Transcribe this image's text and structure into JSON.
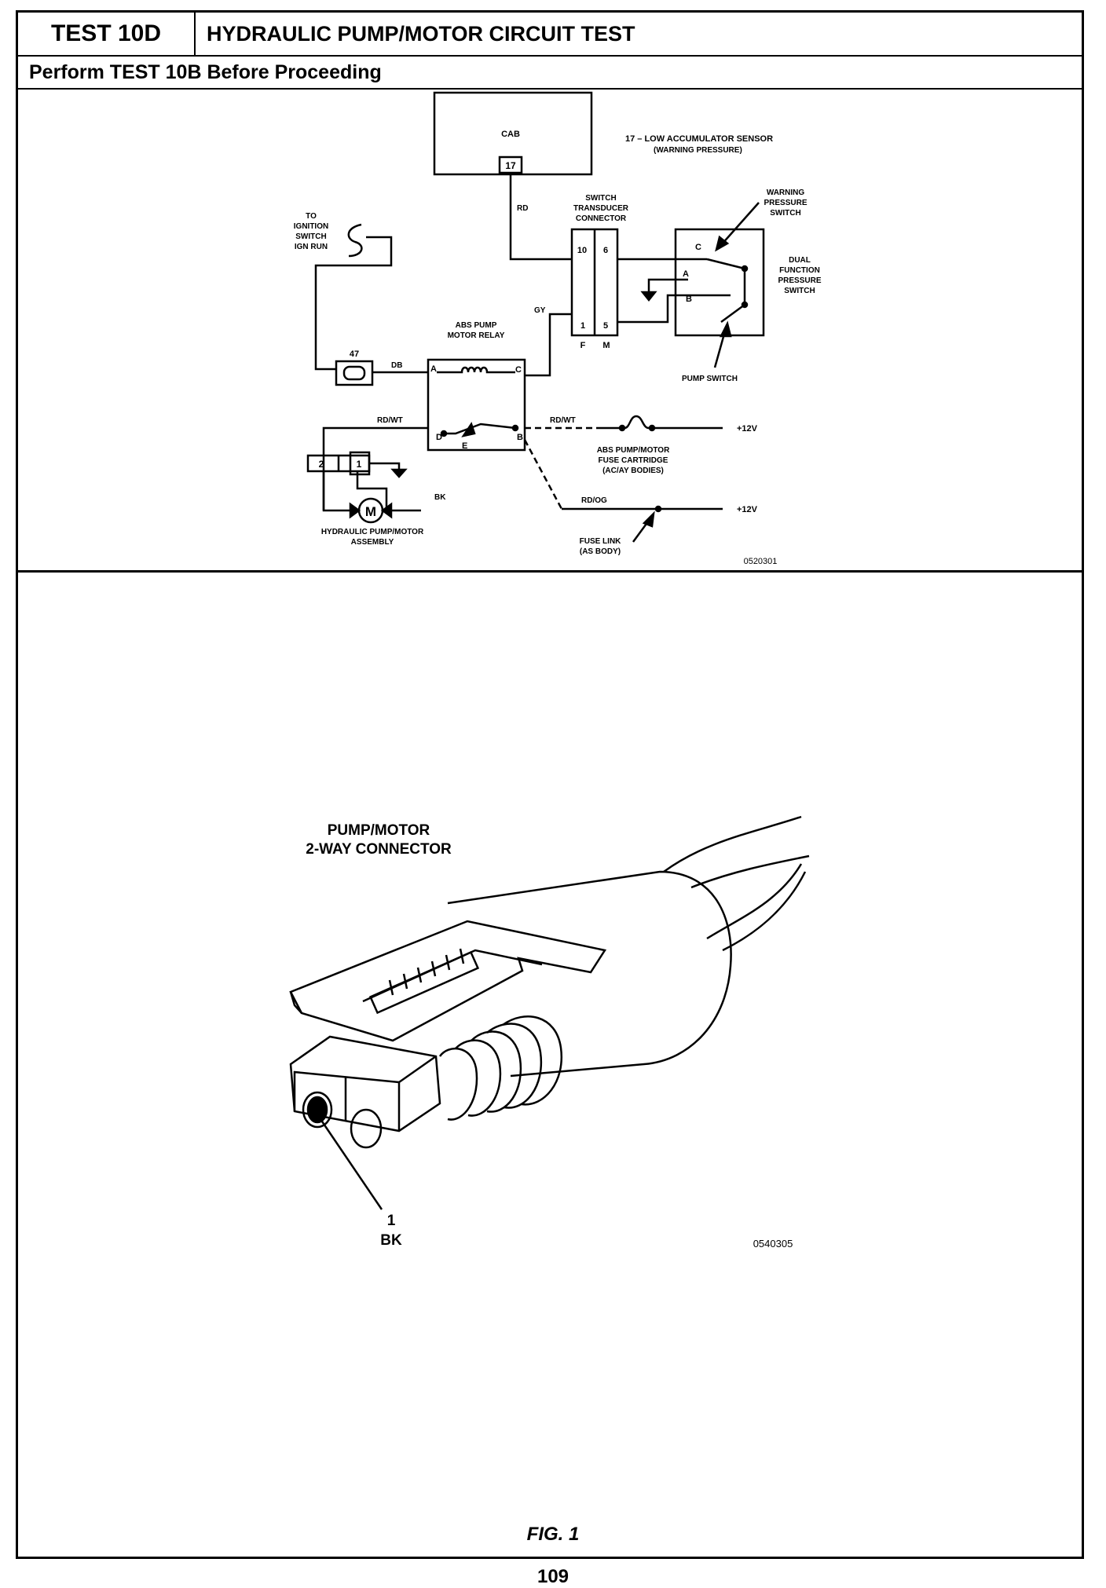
{
  "header": {
    "test_id": "TEST 10D",
    "title": "HYDRAULIC PUMP/MOTOR CIRCUIT TEST",
    "subtitle": "Perform TEST 10B Before Proceeding"
  },
  "schematic": {
    "cab_label": "CAB",
    "cab_pin": "17",
    "cab_pin_desc_1": "17 – LOW ACCUMULATOR SENSOR",
    "cab_pin_desc_2": "(WARNING PRESSURE)",
    "wire_rd": "RD",
    "wire_gy": "GY",
    "wire_db": "DB",
    "wire_rdwt": "RD/WT",
    "wire_rdwt2": "RD/WT",
    "wire_rdog": "RD/OG",
    "wire_bk": "BK",
    "ignition_label": [
      "TO",
      "IGNITION",
      "SWITCH",
      "IGN RUN"
    ],
    "switch_connector_label": [
      "SWITCH",
      "TRANSDUCER",
      "CONNECTOR"
    ],
    "connector_pins": {
      "p10": "10",
      "p6": "6",
      "p1": "1",
      "p5": "5",
      "F": "F",
      "M": "M"
    },
    "warning_switch_label": [
      "WARNING",
      "PRESSURE",
      "SWITCH"
    ],
    "dual_switch_label": [
      "DUAL",
      "FUNCTION",
      "PRESSURE",
      "SWITCH"
    ],
    "switch_terminals": {
      "C": "C",
      "A": "A",
      "B": "B"
    },
    "pump_switch_label": "PUMP SWITCH",
    "relay_label": [
      "ABS PUMP",
      "MOTOR RELAY"
    ],
    "relay_terminals": {
      "A": "A",
      "C": "C",
      "D": "D",
      "E": "E",
      "B": "B"
    },
    "fuse_47": "47",
    "motor_connector_pins": {
      "p2": "2",
      "p1": "1"
    },
    "motor_symbol": "M",
    "motor_label": [
      "HYDRAULIC PUMP/MOTOR",
      "ASSEMBLY"
    ],
    "fuse_cartridge_label": [
      "ABS PUMP/MOTOR",
      "FUSE CARTRIDGE",
      "(AC/AY BODIES)"
    ],
    "plus12_a": "+12V",
    "plus12_b": "+12V",
    "fuse_link_label": [
      "FUSE LINK",
      "(AS BODY)"
    ],
    "fig_code": "0520301"
  },
  "connector_figure": {
    "title_1": "PUMP/MOTOR",
    "title_2": "2-WAY CONNECTOR",
    "pin_num": "1",
    "pin_color": "BK",
    "fig_code": "0540305"
  },
  "footer": {
    "fig_caption": "FIG. 1",
    "page_number": "109"
  }
}
